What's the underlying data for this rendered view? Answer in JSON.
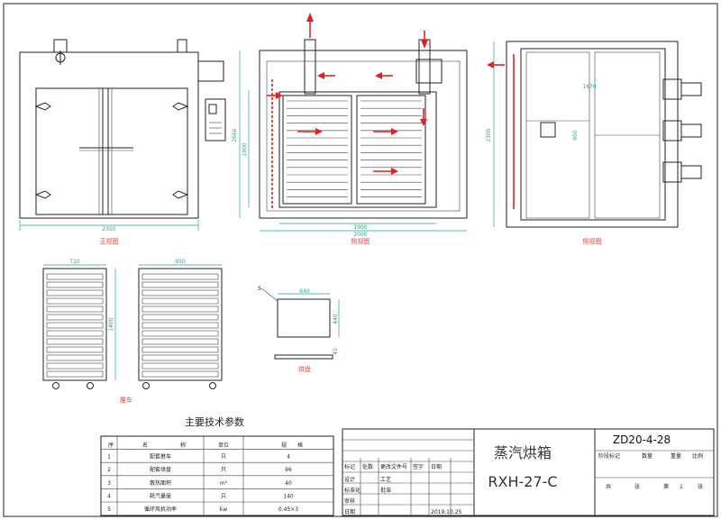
{
  "front_view": {
    "width_dim": "2350",
    "label": "正视图"
  },
  "side_view": {
    "height_dim": "2660",
    "inner_height_dim": "1900",
    "width_dim": "2000",
    "inner_width_dim": "1900",
    "label": "侧视图"
  },
  "rear_view": {
    "height_dim": "2300",
    "top_dim": "1670",
    "mid_dim": "900",
    "label": "侧视图"
  },
  "cart": {
    "width_left": "710",
    "width_right": "950",
    "height": "1400",
    "label": "推车"
  },
  "tray": {
    "part_no": "5",
    "width": "640",
    "height": "440",
    "thickness": "45",
    "label": "烘盘"
  },
  "table_title": "主要技术参数",
  "spec_headers": [
    "序",
    "名",
    "称",
    "单位",
    "规",
    "格"
  ],
  "specs": [
    {
      "no": "1",
      "name": "配套推车",
      "unit": "只",
      "value": "4"
    },
    {
      "no": "2",
      "name": "配套烘盘",
      "unit": "只",
      "value": "96"
    },
    {
      "no": "3",
      "name": "散热面积",
      "unit": "m²",
      "value": "40"
    },
    {
      "no": "4",
      "name": "耗汽量度",
      "unit": "只",
      "value": "140"
    },
    {
      "no": "5",
      "name": "循环风机功率",
      "unit": "kw",
      "value": "0.45×3"
    }
  ],
  "title_block": {
    "name": "蒸汽烘箱",
    "model": "RXH-27-C",
    "drawing_no": "ZD20-4-28",
    "cells": [
      "标记",
      "处数",
      "更改文件号",
      "签字",
      "日期",
      "设计",
      "标准化",
      "审核",
      "工艺",
      "批准",
      "日期",
      "2019.10.25"
    ],
    "right_cells": [
      "阶段标记",
      "数量",
      "重量",
      "比例",
      "共",
      "张",
      "第",
      "1",
      "张"
    ]
  }
}
